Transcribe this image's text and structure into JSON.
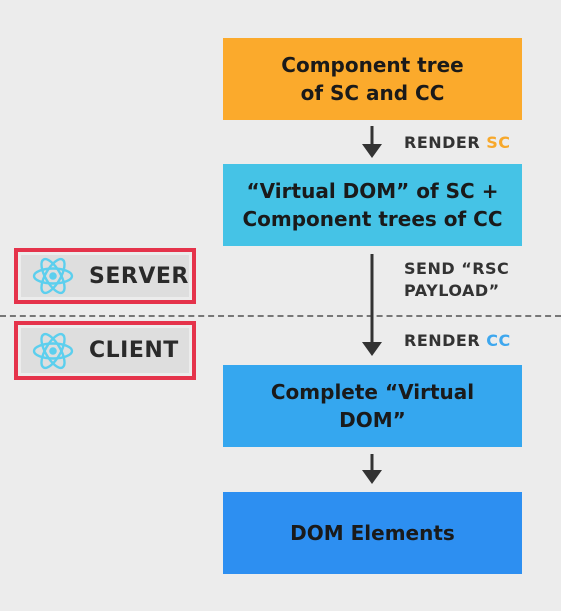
{
  "diagram": {
    "boxes": {
      "component_tree": "Component tree\nof SC and CC",
      "virtual_dom_sc": "“Virtual DOM” of SC +\nComponent trees of CC",
      "complete_vdom": "Complete “Virtual\nDOM”",
      "dom_elements": "DOM Elements"
    },
    "steps": {
      "render_sc": {
        "verb": "RENDER",
        "tag": "SC",
        "tag_color": "#f7a82b"
      },
      "send_payload": "SEND “RSC\nPAYLOAD”",
      "render_cc": {
        "verb": "RENDER",
        "tag": "CC",
        "tag_color": "#3ea7ee"
      }
    },
    "environments": {
      "server": {
        "label": "SERVER",
        "icon": "react-atom-icon"
      },
      "client": {
        "label": "CLIENT",
        "icon": "react-atom-icon"
      }
    },
    "colors": {
      "orange": "#fbaa2c",
      "cyan": "#45c3e6",
      "light_blue": "#35a7ef",
      "blue": "#2d8ff1",
      "env_border": "#e5334b",
      "react_icon": "#5ccfee"
    }
  }
}
